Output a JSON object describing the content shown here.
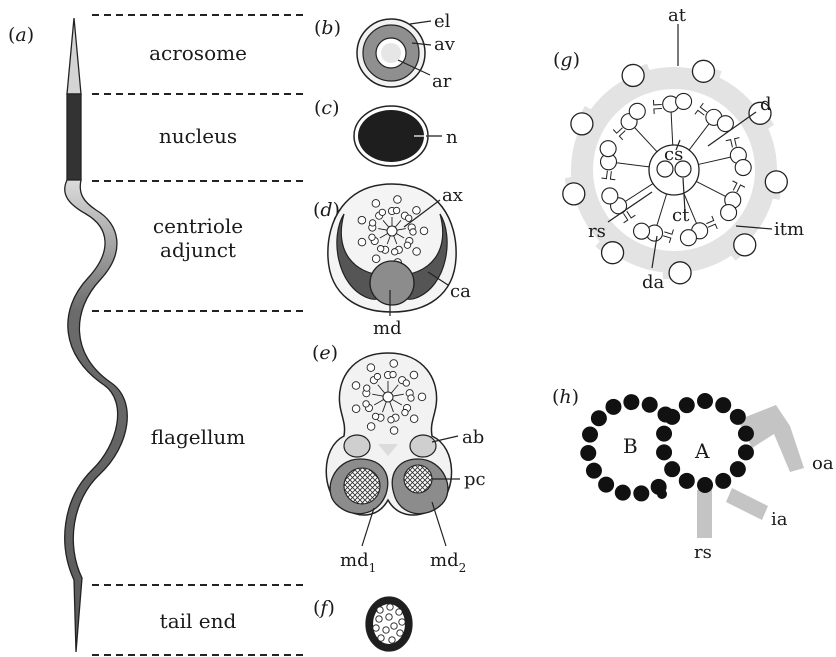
{
  "panels": [
    "a",
    "b",
    "c",
    "d",
    "e",
    "f",
    "g",
    "h"
  ],
  "segments": {
    "acrosome": "acrosome",
    "nucleus": "nucleus",
    "centriole_1": "centriole",
    "centriole_2": "adjunct",
    "flagellum": "flagellum",
    "tail_end": "tail end"
  },
  "labels": {
    "b": [
      "el",
      "av",
      "ar"
    ],
    "c": [
      "n"
    ],
    "d": [
      "ax",
      "ca",
      "md"
    ],
    "e": [
      "ab",
      "pc",
      "md",
      "md"
    ],
    "e_sub": [
      "1",
      "2"
    ],
    "g": [
      "at",
      "d",
      "cs",
      "rs",
      "ct",
      "itm",
      "da"
    ],
    "h": [
      "B",
      "A",
      "oa",
      "ia",
      "rs"
    ]
  },
  "colors": {
    "ink": "#1a1a1a",
    "light_grey": "#d2d2d2",
    "mid_grey": "#8a8a8a",
    "dark_grey": "#555555",
    "ring_grey": "#e3e3e3",
    "fill_light": "#eeeeee"
  }
}
